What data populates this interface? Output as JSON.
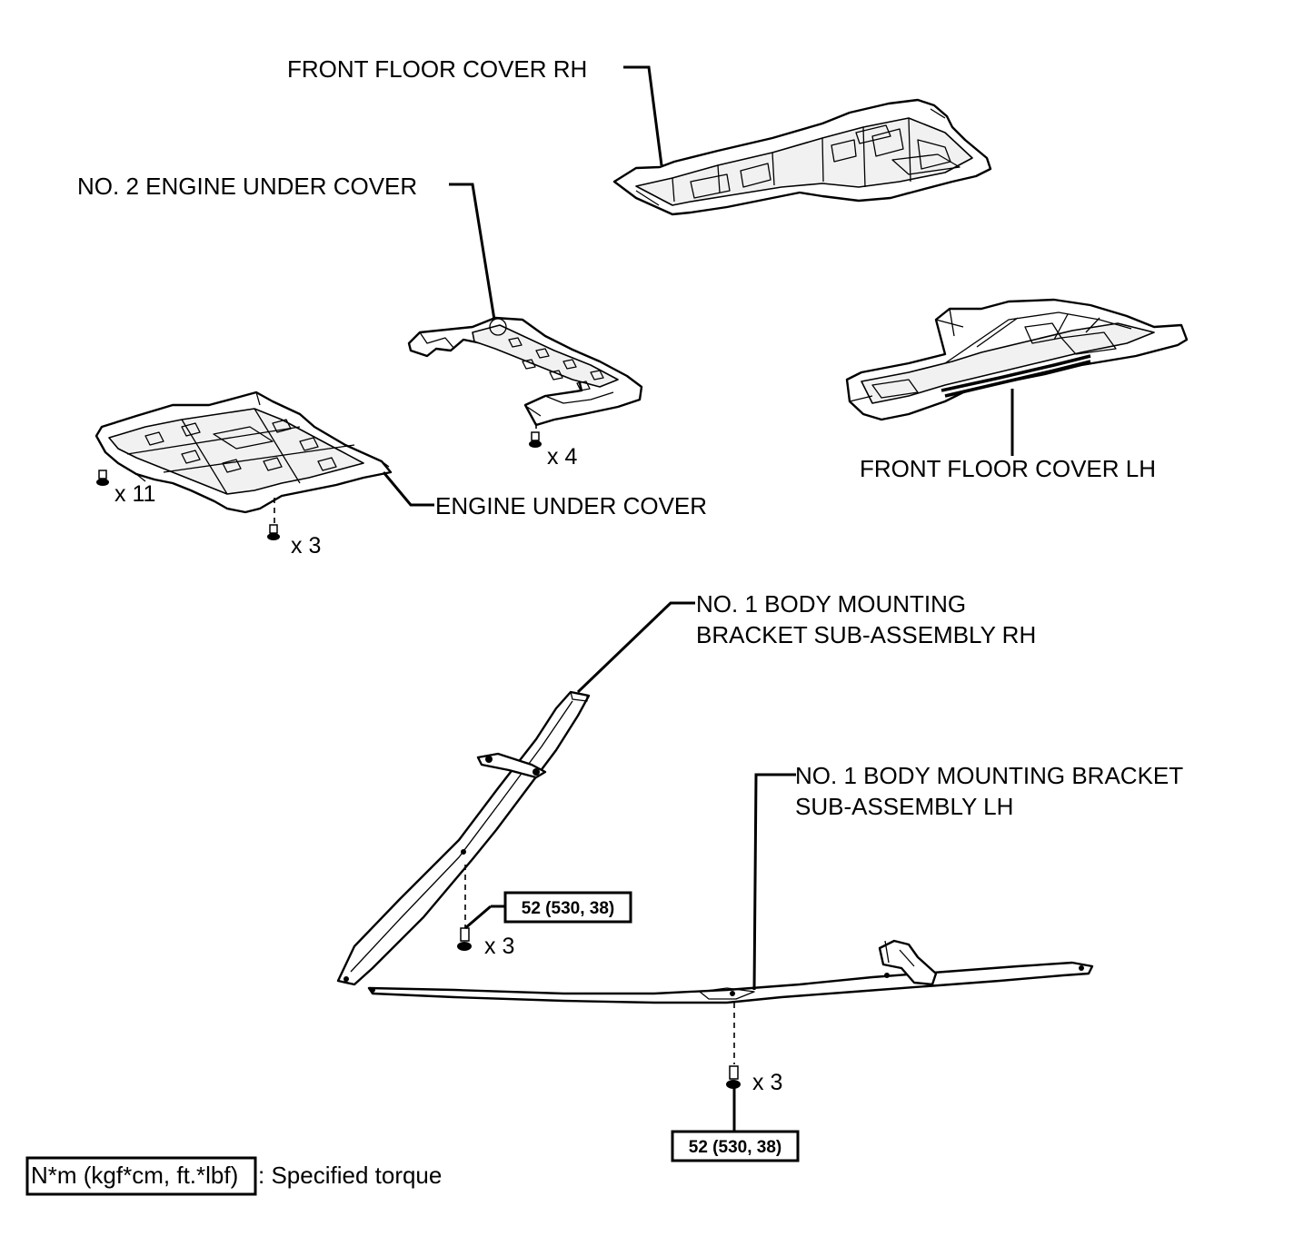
{
  "labels": {
    "front_floor_cover_rh": "FRONT FLOOR COVER RH",
    "no2_engine_under_cover": "NO. 2 ENGINE UNDER COVER",
    "front_floor_cover_lh": "FRONT FLOOR COVER LH",
    "engine_under_cover": "ENGINE UNDER COVER",
    "bracket_rh_line1": "NO. 1 BODY MOUNTING",
    "bracket_rh_line2": "BRACKET SUB-ASSEMBLY RH",
    "bracket_lh_line1": "NO. 1 BODY MOUNTING BRACKET",
    "bracket_lh_line2": "SUB-ASSEMBLY LH"
  },
  "fasteners": {
    "engine_under_cover_side": "x 11",
    "engine_under_cover_bottom": "x 3",
    "no2_engine_under_cover": "x 4",
    "bracket_rh": "x 3",
    "bracket_lh": "x 3"
  },
  "torque": {
    "bracket_rh": "52 (530, 38)",
    "bracket_lh": "52 (530, 38)"
  },
  "legend": {
    "units": "N*m (kgf*cm, ft.*lbf)",
    "description": ": Specified torque"
  }
}
